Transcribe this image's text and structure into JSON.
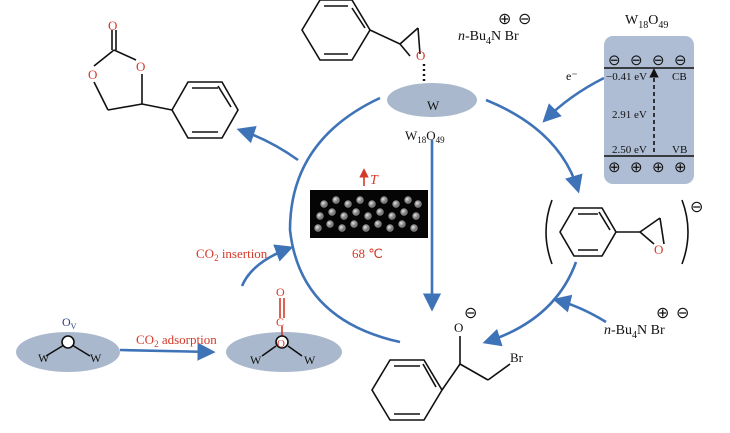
{
  "catalyst": {
    "name": "W18O49",
    "name_base": "W",
    "name_sub1": "18",
    "name_o": "O",
    "name_sub2": "49",
    "vertex_label": "W"
  },
  "band_diagram": {
    "title_base": "W",
    "title_sub1": "18",
    "title_o": "O",
    "title_sub2": "49",
    "cb_energy": "−0.41 eV",
    "cb_label": "CB",
    "gap_energy": "2.91 eV",
    "vb_energy": "2.50 eV",
    "vb_label": "VB",
    "electron_label": "e⁻",
    "charge_minus": "⊖",
    "charge_plus": "⊕"
  },
  "reagent": {
    "prefix": "n",
    "text": "-Bu",
    "sub": "4",
    "tail": "N Br",
    "cation_charge": "⊕",
    "anion_charge": "⊖"
  },
  "radical_anion": {
    "charge": "⊖",
    "ring_o": "O"
  },
  "alkoxide": {
    "charge": "⊖",
    "o_label": "O",
    "br_label": "Br"
  },
  "carbonate": {
    "o_top": "O",
    "o_left": "O",
    "o_right": "O"
  },
  "epoxide": {
    "o_label": "O"
  },
  "graphene": {
    "arrow_label": "T",
    "temperature": "68 ℃"
  },
  "co2": {
    "insertion_pre": "CO",
    "insertion_sub": "2",
    "insertion_post": " insertion",
    "adsorption_pre": "CO",
    "adsorption_sub": "2",
    "adsorption_post": " adsorption",
    "o_label": "O",
    "c_label": "C",
    "ov_pre": "O",
    "ov_sub": "V",
    "w_left": "W",
    "w_right": "W"
  },
  "colors": {
    "cycle_arrow": "#3f73b8",
    "ellipse_fill": "#a9b8cc",
    "band_box": "#aebdd3",
    "red_text": "#d43a2a"
  }
}
